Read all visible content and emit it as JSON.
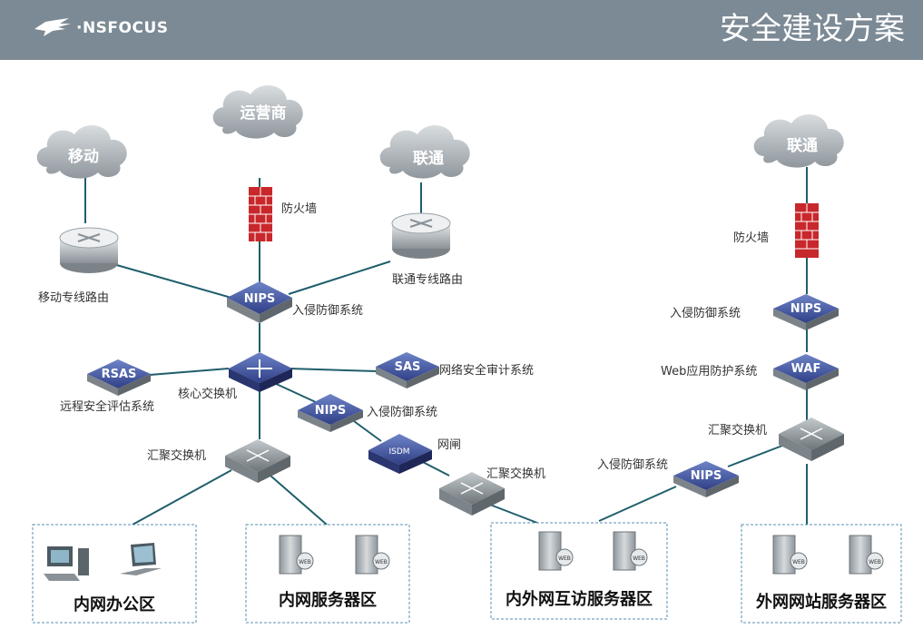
{
  "header": {
    "logo_text": "·NSFOCUS",
    "title": "安全建设方案"
  },
  "clouds": {
    "yidong": "移动",
    "yunyingshang": "运营商",
    "liantong_left": "联通",
    "liantong_right": "联通"
  },
  "devices": {
    "nips": "NIPS",
    "rsas": "RSAS",
    "sas": "SAS",
    "waf": "WAF",
    "isdm": "ISDM"
  },
  "labels": {
    "firewall_left": "防火墙",
    "firewall_right": "防火墙",
    "yidong_router": "移动专线路由",
    "liantong_router": "联通专线路由",
    "ips_top": "入侵防御系统",
    "core_switch": "核心交换机",
    "rsas_label": "远程安全评估系统",
    "sas_label": "网络安全审计系统",
    "ips_mid": "入侵防御系统",
    "gatekeeper": "网闸",
    "agg_left": "汇聚交换机",
    "agg_mid": "汇聚交换机",
    "agg_right": "汇聚交换机",
    "ips_right_top": "入侵防御系统",
    "waf_label": "Web应用防护系统",
    "ips_right_bottom": "入侵防御系统"
  },
  "zones": {
    "office": "内网办公区",
    "intranet_servers": "内网服务器区",
    "dmz_servers": "内外网互访服务器区",
    "website_servers": "外网网站服务器区"
  },
  "colors": {
    "header_bg": "#7c8a95",
    "link": "#1f5e6b",
    "firewall": "#c8282c",
    "device_blue": "#3a4f9e",
    "zone_border": "#5a8fb0"
  }
}
